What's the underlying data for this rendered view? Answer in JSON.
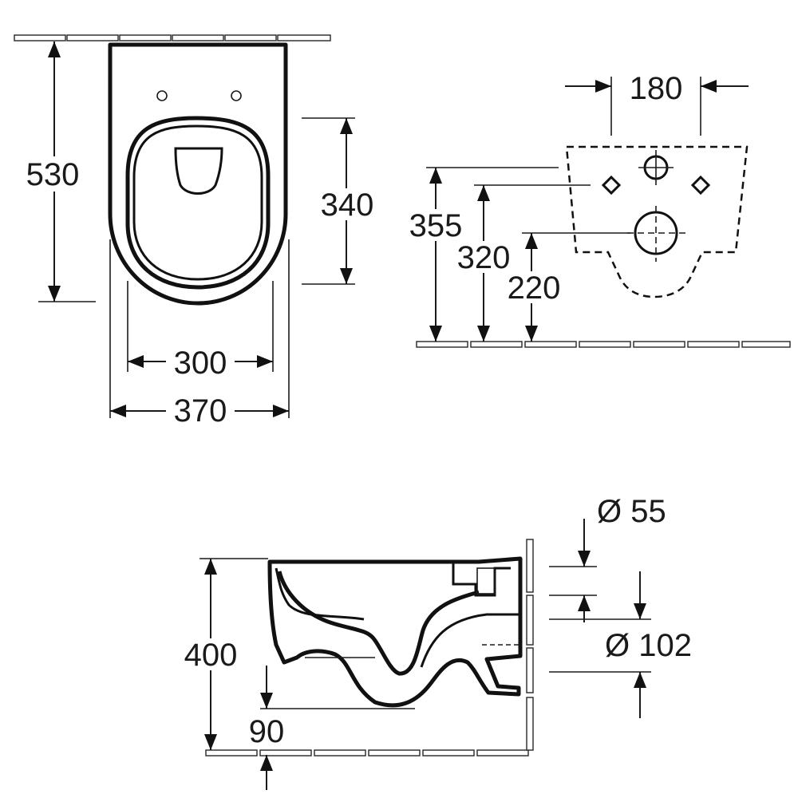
{
  "top_view": {
    "depth_label": "530",
    "seat_length_label": "340",
    "inner_width_label": "300",
    "outer_width_label": "370"
  },
  "rear_view": {
    "bolt_spacing_label": "180",
    "height_label_1": "355",
    "height_label_2": "320",
    "height_label_3": "220"
  },
  "side_view": {
    "height_label": "400",
    "drop_label": "90",
    "inlet_diameter_label": "Ø 55",
    "outlet_diameter_label": "Ø 102"
  }
}
